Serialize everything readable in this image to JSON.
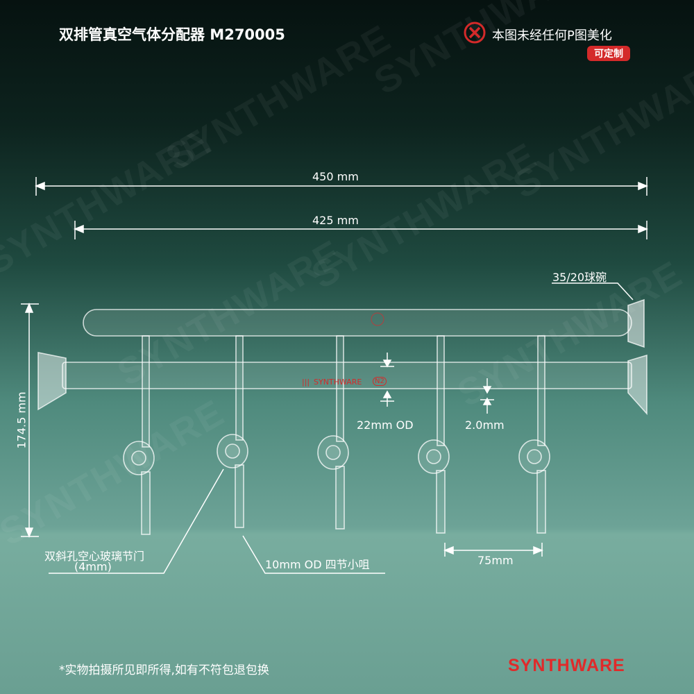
{
  "title": "双排管真空气体分配器 M270005",
  "notice": {
    "icon": "x-circle-icon",
    "text": "本图未经任何P图美化",
    "badge": "可定制",
    "accent": "#d42a2a"
  },
  "watermark": "SYNTHWARE",
  "dimensions": {
    "overall_length": "450 mm",
    "tube_length": "425 mm",
    "height": "174.5 mm",
    "joint": "35/20球碗",
    "tube_od": "22mm OD",
    "wall": "2.0mm",
    "spacing": "75mm"
  },
  "callouts": {
    "stopcock": "双斜孔空心玻璃节门",
    "stopcock_bore": "(4mm)",
    "hose": "10mm OD 四节小咀"
  },
  "tube_marking": "SYNTHWARE",
  "tube_badge": "N2",
  "disclaimer": "*实物拍摄所见即所得,如有不符包退包换",
  "brand": "SYNTHWARE"
}
